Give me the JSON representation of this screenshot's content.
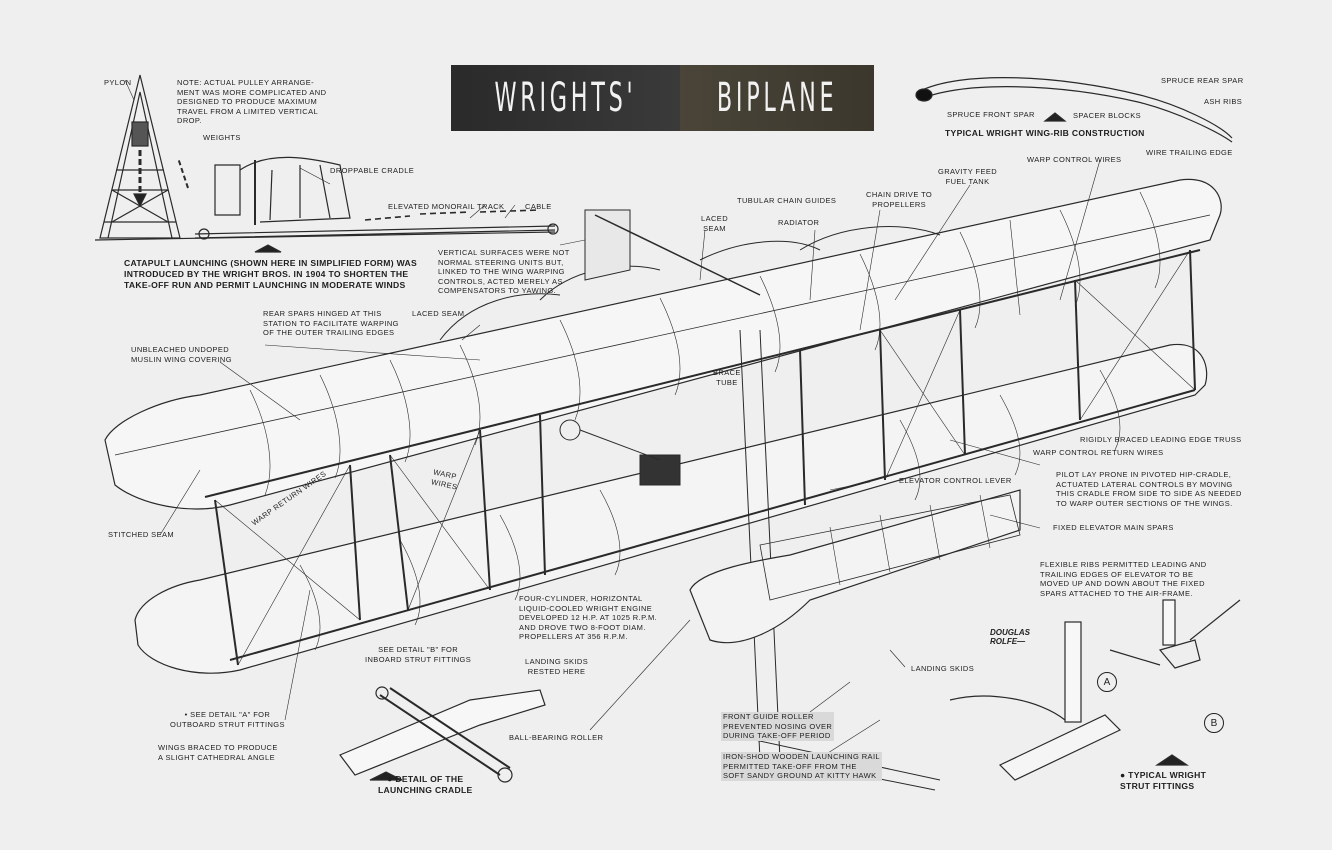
{
  "title": {
    "left": "WRIGHTS'",
    "right": "BIPLANE"
  },
  "signature": "DOUGLAS\nROLFE—",
  "detail_markers": {
    "a": "A",
    "b": "B"
  },
  "labels": {
    "pylon": "PYLON",
    "pulley_note": "NOTE: ACTUAL PULLEY ARRANGE-\nMENT WAS MORE COMPLICATED AND\nDESIGNED TO PRODUCE MAXIMUM\nTRAVEL FROM A LIMITED VERTICAL\nDROP.",
    "weights": "WEIGHTS",
    "droppable_cradle": "DROPPABLE CRADLE",
    "monorail": "ELEVATED MONORAIL TRACK",
    "cable": "CABLE",
    "catapult": "CATAPULT LAUNCHING (SHOWN HERE IN SIMPLIFIED FORM) WAS\nINTRODUCED BY THE WRIGHT BROS. IN 1904 TO SHORTEN THE\nTAKE-OFF RUN AND PERMIT LAUNCHING IN MODERATE WINDS",
    "vertical_surfaces": "VERTICAL SURFACES WERE NOT\nNORMAL STEERING UNITS BUT,\nLINKED TO THE WING WARPING\nCONTROLS, ACTED MERELY AS\nCOMPENSATORS TO YAWING.",
    "spruce_rear_spar": "SPRUCE REAR SPAR",
    "ash_ribs": "ASH RIBS",
    "spruce_front_spar": "SPRUCE FRONT SPAR",
    "spacer_blocks": "SPACER BLOCKS",
    "wing_rib": "TYPICAL WRIGHT WING-RIB CONSTRUCTION",
    "wire_trailing_edge": "WIRE TRAILING EDGE",
    "warp_control_wires": "WARP CONTROL WIRES",
    "gravity_feed": "GRAVITY FEED\nFUEL TANK",
    "chain_drive": "CHAIN DRIVE TO\nPROPELLERS",
    "tubular_chain_guides": "TUBULAR CHAIN GUIDES",
    "radiator": "RADIATOR",
    "laced_seam_top": "LACED\nSEAM",
    "laced_seam_left": "LACED SEAM",
    "rear_spars": "REAR SPARS HINGED AT THIS\nSTATION TO FACILITATE WARPING\nOF THE OUTER TRAILING EDGES",
    "muslin": "UNBLEACHED UNDOPED\nMUSLIN WING COVERING",
    "brace_tube": "BRACE\nTUBE",
    "warp_wires": "WARP\nWIRES",
    "rigidly_braced": "RIGIDLY BRACED LEADING EDGE TRUSS",
    "warp_return_wires_right": "WARP CONTROL RETURN WIRES",
    "pilot": "PILOT LAY PRONE IN PIVOTED HIP-CRADLE,\nACTUATED LATERAL CONTROLS BY MOVING\nTHIS CRADLE FROM SIDE TO SIDE AS NEEDED\nTO WARP OUTER SECTIONS OF THE WINGS.",
    "elevator_control_lever": "ELEVATOR CONTROL LEVER",
    "fixed_elevator": "FIXED ELEVATOR MAIN SPARS",
    "flexible_ribs": "FLEXIBLE RIBS PERMITTED LEADING AND\nTRAILING EDGES OF ELEVATOR TO BE\nMOVED UP AND DOWN ABOUT THE FIXED\nSPARS ATTACHED TO THE AIR-FRAME.",
    "stitched_seam": "STITCHED SEAM",
    "warp_return_wires_left": "WARP RETURN WIRES",
    "engine": "FOUR-CYLINDER, HORIZONTAL\nLIQUID-COOLED WRIGHT ENGINE\nDEVELOPED 12 H.P. AT 1025 R.P.M.\nAND DROVE TWO 8-FOOT DIAM.\nPROPELLERS AT 356 R.P.M.",
    "detail_b": "SEE DETAIL \"B\" FOR\nINBOARD STRUT FITTINGS",
    "landing_skids_rested": "LANDING SKIDS\nRESTED HERE",
    "detail_a": "• SEE DETAIL \"A\" FOR\nOUTBOARD STRUT FITTINGS",
    "wings_braced": "WINGS BRACED TO PRODUCE\nA SLIGHT CATHEDRAL ANGLE",
    "ball_bearing": "BALL-BEARING ROLLER",
    "launching_cradle": "● DETAIL OF THE\nLAUNCHING CRADLE",
    "landing_skids": "LANDING SKIDS",
    "front_guide": "FRONT GUIDE ROLLER\nPREVENTED NOSING OVER\nDURING TAKE-OFF PERIOD",
    "launching_rail": "IRON-SHOD WOODEN LAUNCHING RAIL\nPERMITTED TAKE-OFF FROM THE\nSOFT SANDY GROUND AT KITTY HAWK",
    "strut_fittings": "● TYPICAL WRIGHT\nSTRUT FITTINGS"
  }
}
